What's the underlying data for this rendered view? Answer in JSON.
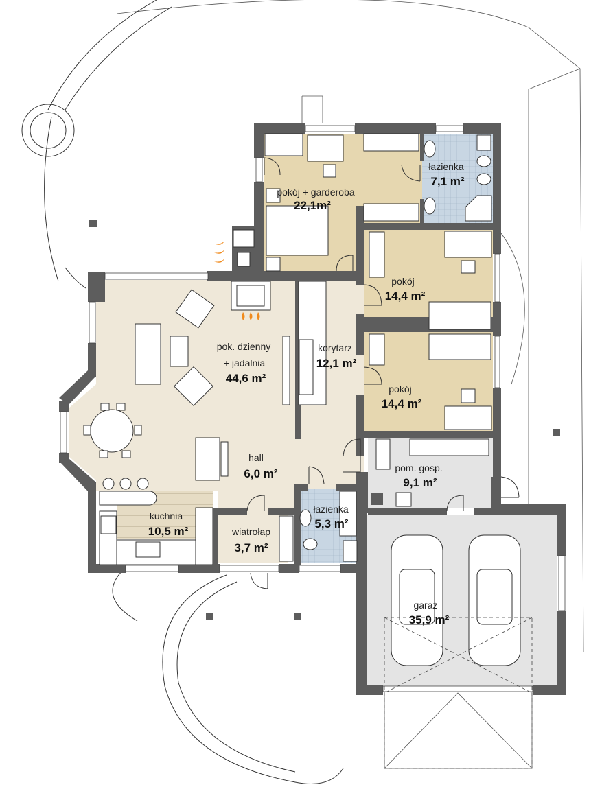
{
  "plan": {
    "rooms": [
      {
        "name": "pokój + garderoba",
        "area": "22,1m²"
      },
      {
        "name": "łazienka",
        "area": "7,1 m²"
      },
      {
        "name": "pokój",
        "area": "14,4 m²"
      },
      {
        "name": "pokój",
        "area": "14,4 m²"
      },
      {
        "name": "pok. dzienny",
        "name2": "+ jadalnia",
        "area": "44,6 m²"
      },
      {
        "name": "korytarz",
        "area": "12,1 m²"
      },
      {
        "name": "hall",
        "area": "6,0 m²"
      },
      {
        "name": "pom. gosp.",
        "area": "9,1 m²"
      },
      {
        "name": "kuchnia",
        "area": "10,5 m²"
      },
      {
        "name": "wiatrołap",
        "area": "3,7 m²"
      },
      {
        "name": "łazienka",
        "area": "5,3 m²"
      },
      {
        "name": "garaż",
        "area": "35,9 m²"
      }
    ],
    "colors": {
      "wall": "#5d5d5d",
      "living": "#efe8d9",
      "bedroom": "#e6d7b0",
      "bathroom": "#c8d6e3",
      "utility": "#e4e4e4",
      "fire": "#f08a1c"
    }
  }
}
